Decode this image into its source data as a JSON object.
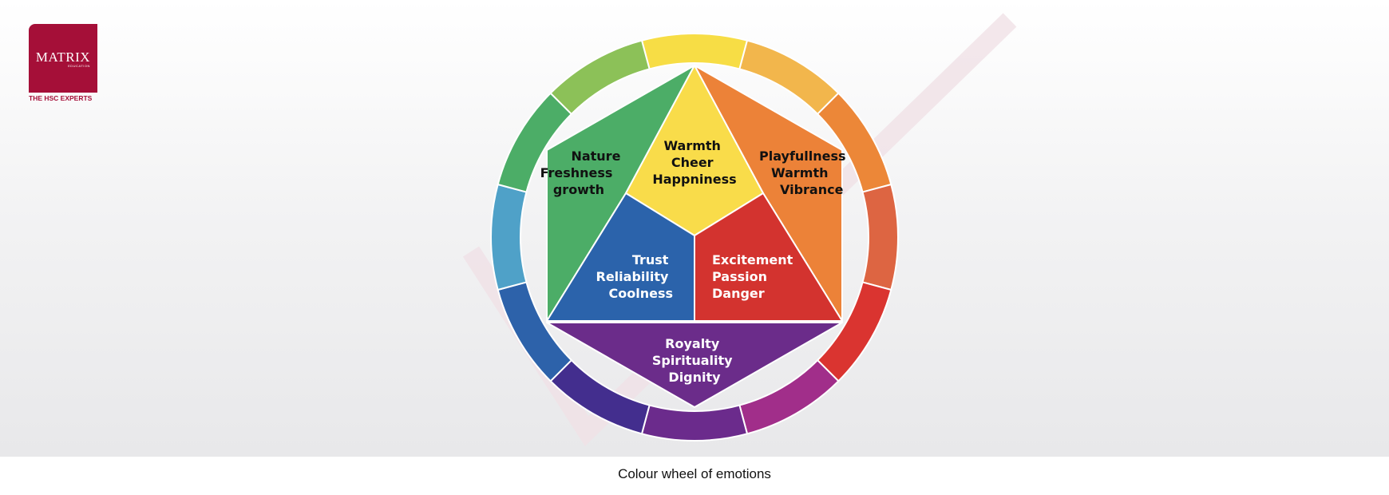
{
  "logo": {
    "word": "MATRIX",
    "sub": "EDUCATION",
    "tagline": "THE HSC EXPERTS"
  },
  "caption": "Colour wheel of emotions",
  "colors": {
    "ring": [
      "#f7dd45",
      "#f2b64c",
      "#ec8738",
      "#dd6542",
      "#da3430",
      "#a12e8a",
      "#6b2b8c",
      "#432e8e",
      "#2d62aa",
      "#4fa1c8",
      "#4cad67",
      "#8cc158"
    ],
    "green": "#4cad67",
    "yellow": "#f9dc4a",
    "orange": "#ec8238",
    "blue": "#2b63ab",
    "red": "#d3332f",
    "purple": "#6b2c8a",
    "brand": "#a50f38"
  },
  "segments": {
    "green": {
      "lines": [
        "Nature",
        "Freshness",
        "growth"
      ]
    },
    "yellow": {
      "lines": [
        "Warmth",
        "Cheer",
        "Happniness"
      ]
    },
    "orange": {
      "lines": [
        "Playfullness",
        "Warmth",
        "Vibrance"
      ]
    },
    "blue": {
      "lines": [
        "Trust",
        "Reliability",
        "Coolness"
      ]
    },
    "red": {
      "lines": [
        "Excitement",
        "Passion",
        "Danger"
      ]
    },
    "purple": {
      "lines": [
        "Royalty",
        "Spirituality",
        "Dignity"
      ]
    }
  }
}
